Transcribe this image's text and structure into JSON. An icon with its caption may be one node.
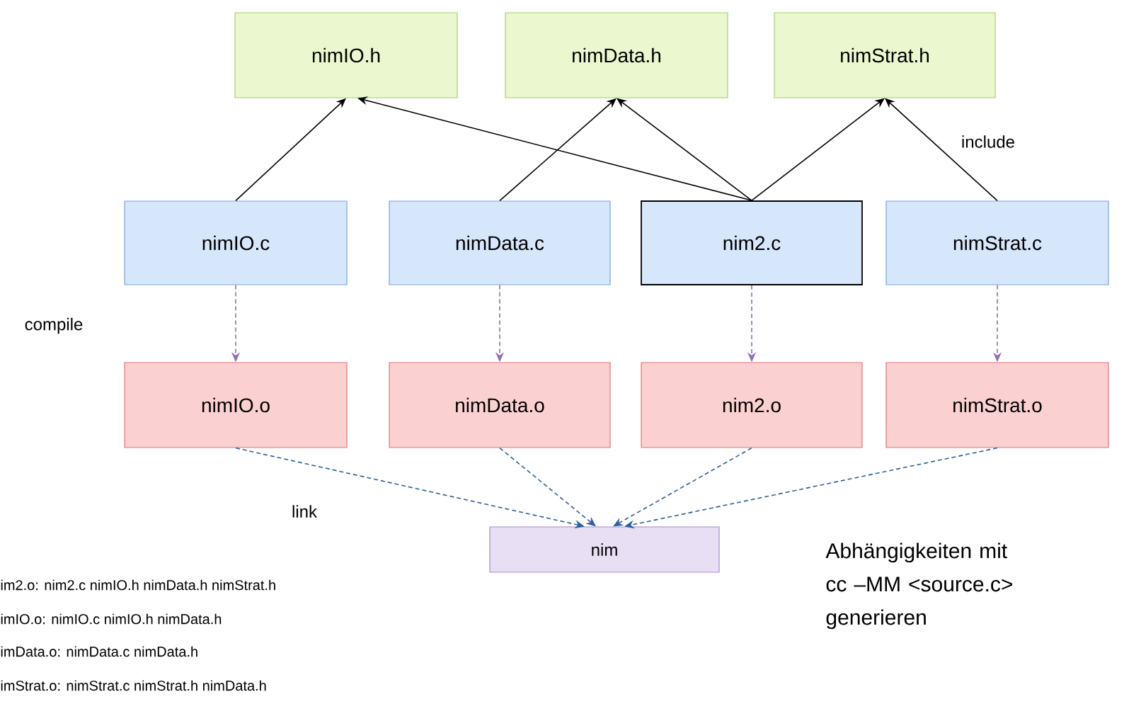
{
  "diagram": {
    "nodes": [
      {
        "text": [
          "nimIO.h"
        ]
      },
      {
        "text": [
          "nimData.h"
        ]
      },
      {
        "text": [
          "nimStrat.h"
        ]
      },
      {
        "text": [
          "nimIO.c"
        ]
      },
      {
        "text": [
          "nimData.c"
        ]
      },
      {
        "text": [
          "nim2.c"
        ]
      },
      {
        "text": [
          "nimStrat.c"
        ]
      },
      {
        "text": [
          "nimIO.o"
        ]
      },
      {
        "text": [
          "nimData.o"
        ]
      },
      {
        "text": [
          "nim2.o"
        ]
      },
      {
        "text": [
          "nimStrat.o"
        ]
      },
      {
        "text": [
          "nim"
        ]
      }
    ],
    "edges": [
      {
        "from": 3,
        "to": 0,
        "arrow": "to"
      },
      {
        "from": 4,
        "to": 1,
        "arrow": "to"
      },
      {
        "from": 5,
        "to": 0,
        "arrow": "to"
      },
      {
        "from": 5,
        "to": 1,
        "arrow": "to"
      },
      {
        "from": 5,
        "to": 2,
        "arrow": "to"
      },
      {
        "from": 6,
        "to": 2,
        "arrow": "to"
      },
      {
        "from": 3,
        "to": 7,
        "arrow": "to",
        "style": "dashed",
        "color": "#8e6fb8"
      },
      {
        "from": 4,
        "to": 8,
        "arrow": "to",
        "style": "dashed",
        "color": "#8e6fb8"
      },
      {
        "from": 5,
        "to": 9,
        "arrow": "to",
        "style": "dashed",
        "color": "#8e6fb8"
      },
      {
        "from": 6,
        "to": 10,
        "arrow": "to",
        "style": "dashed",
        "color": "#8e6fb8"
      },
      {
        "from": 7,
        "to": 11,
        "arrow": "to",
        "style": "dashed",
        "color": "#2e5f9a"
      },
      {
        "from": 8,
        "to": 11,
        "arrow": "to",
        "style": "dashed",
        "color": "#2e5f9a"
      },
      {
        "from": 9,
        "to": 11,
        "arrow": "to",
        "style": "dashed",
        "color": "#2e5f9a"
      },
      {
        "from": 10,
        "to": 11,
        "arrow": "to",
        "style": "dashed",
        "color": "#2e5f9a"
      }
    ],
    "labels": [
      "include",
      "compile",
      "link",
      "im2.o: nim2.c nimIO.h nimData.h nimStrat.h",
      "imIO.o: nimIO.c nimIO.h nimData.h",
      "imData.o: nimData.c nimData.h",
      "imStrat.o: nimStrat.c nimStrat.h nimData.h",
      "Abhängigkeiten mit cc –MM <source.c> generieren"
    ]
  }
}
